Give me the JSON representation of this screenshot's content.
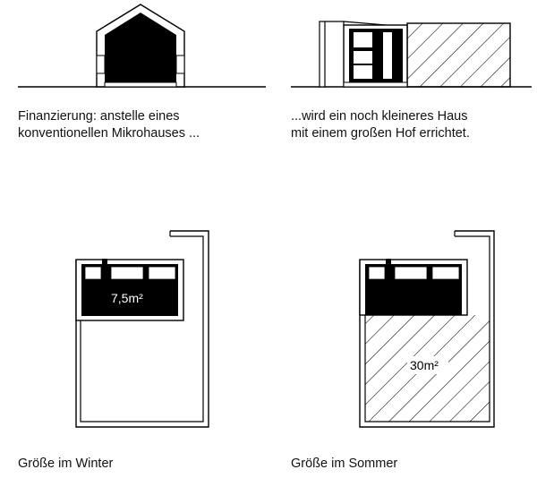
{
  "captions": {
    "top_left_line1": "Finanzierung: anstelle eines",
    "top_left_line2": "konventionellen Mikrohauses ...",
    "top_right_line1": "...wird ein noch kleineres Haus",
    "top_right_line2": "mit einem großen Hof errichtet.",
    "bottom_left": "Größe im Winter",
    "bottom_right": "Größe im Sommer"
  },
  "areas": {
    "winter_area": "7,5m²",
    "summer_area": "30m²"
  },
  "colors": {
    "ink": "#000000",
    "paper": "#ffffff",
    "text": "#111111"
  }
}
